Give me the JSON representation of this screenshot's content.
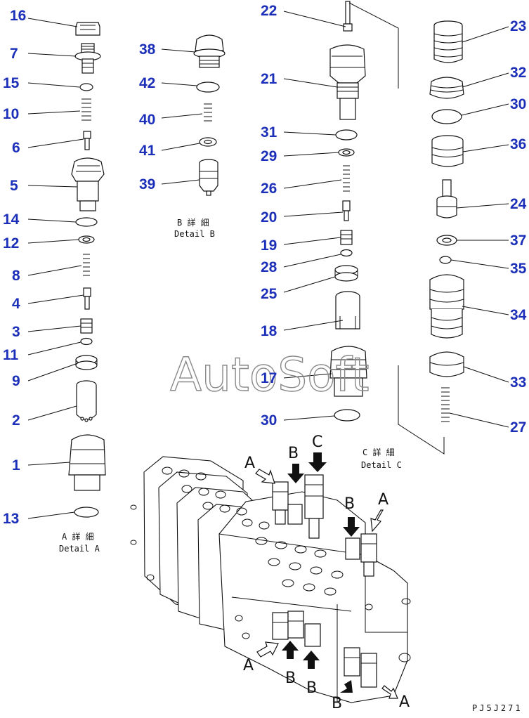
{
  "callouts": [
    "16",
    "7",
    "15",
    "10",
    "6",
    "5",
    "14",
    "12",
    "8",
    "4",
    "3",
    "11",
    "9",
    "2",
    "1",
    "13",
    "38",
    "42",
    "40",
    "41",
    "39",
    "22",
    "21",
    "31",
    "29",
    "26",
    "20",
    "19",
    "28",
    "25",
    "18",
    "17",
    "30",
    "23",
    "32",
    "30",
    "36",
    "24",
    "37",
    "35",
    "34",
    "33",
    "27"
  ],
  "captions": {
    "detail_a": [
      "A 詳 細",
      "Detail A"
    ],
    "detail_b": [
      "B 詳 細",
      "Detail B"
    ],
    "detail_c": [
      "C 詳 細",
      "Detail C"
    ]
  },
  "assembly_labels": [
    "A",
    "B",
    "C",
    "B",
    "A",
    "A",
    "B",
    "B",
    "A",
    "B"
  ],
  "watermark": "AutoSoft",
  "drawing_code": "PJ5J271"
}
